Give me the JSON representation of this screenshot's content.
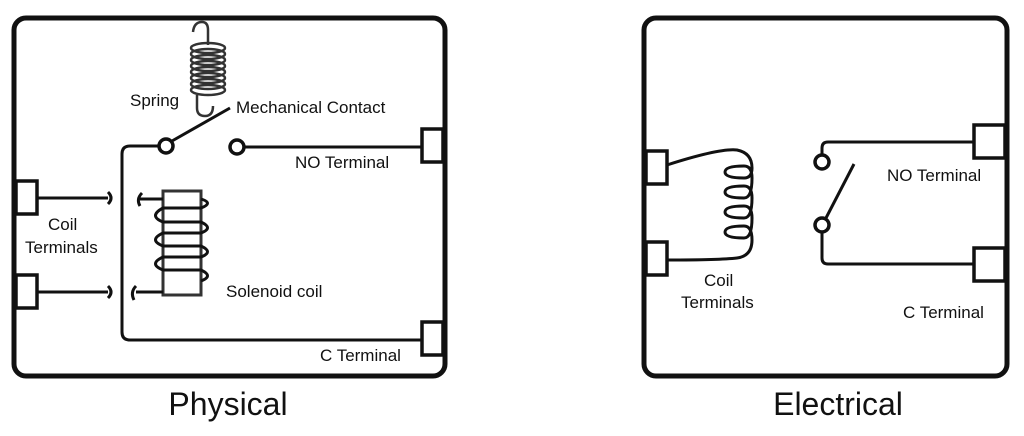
{
  "physical": {
    "title": "Physical",
    "labels": {
      "spring": "Spring",
      "contact": "Mechanical Contact",
      "no_terminal": "NO Terminal",
      "coil_line1": "Coil",
      "coil_line2": "Terminals",
      "solenoid": "Solenoid coil",
      "c_terminal": "C Terminal"
    }
  },
  "electrical": {
    "title": "Electrical",
    "labels": {
      "no_terminal": "NO Terminal",
      "coil_line1": "Coil",
      "coil_line2": "Terminals",
      "c_terminal": "C Terminal"
    }
  },
  "colors": {
    "stroke": "#111111",
    "background": "#ffffff"
  }
}
